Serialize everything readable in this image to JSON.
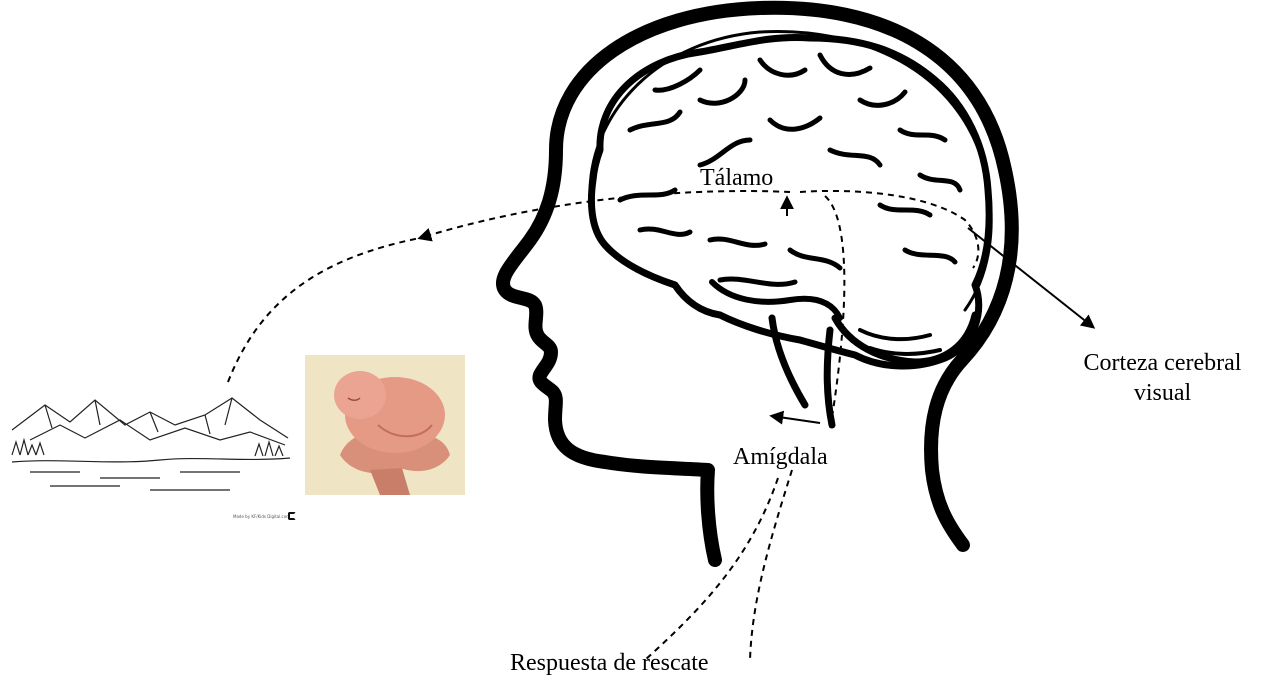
{
  "diagram": {
    "labels": {
      "thalamus": "Tálamo",
      "amygdala": "Amígdala",
      "cortex_line1": "Corteza cerebral",
      "cortex_line2": "visual",
      "response": "Respuesta de rescate"
    },
    "illustrations": {
      "landscape": "mountain-landscape-line-drawing",
      "photo": "sleeping-newborn-in-hands-photo",
      "head": "head-profile-with-brain"
    },
    "landscape_credit": "Made by KF/Kids Digital.com"
  },
  "colors": {
    "ink": "#000000",
    "background": "#ffffff",
    "photo_background": "#efe5c5",
    "skin": "#e59a86",
    "skin_shadow": "#c46d5c"
  }
}
